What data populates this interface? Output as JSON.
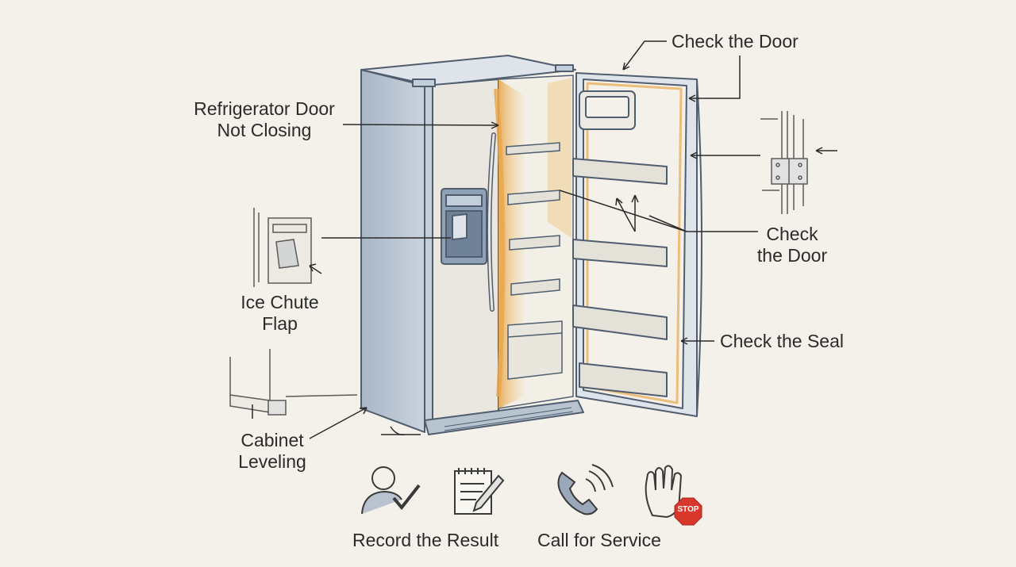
{
  "labels": {
    "door_not_closing_line1": "Refrigerator Door",
    "door_not_closing_line2": "Not Closing",
    "check_door_top": "Check the Door",
    "check_door_mid_line1": "Check",
    "check_door_mid_line2": "the Door",
    "check_seal": "Check the Seal",
    "ice_chute_line1": "Ice Chute",
    "ice_chute_line2": "Flap",
    "cabinet_line1": "Cabinet",
    "cabinet_line2": "Leveling",
    "record_result": "Record the Result",
    "call_service": "Call for Service",
    "stop_sign": "STOP"
  },
  "icons": [
    "person-check-icon",
    "notepad-pencil-icon",
    "phone-icon",
    "hand-stop-icon"
  ],
  "colors": {
    "background": "#f4f1ea",
    "fridge_body": "#c3cedb",
    "fridge_outline": "#4f5d6e",
    "door_panel": "#e9e7df",
    "gasket_highlight": "#e8a64c",
    "stop_red": "#d9372c",
    "ink": "#2b2b2b"
  }
}
